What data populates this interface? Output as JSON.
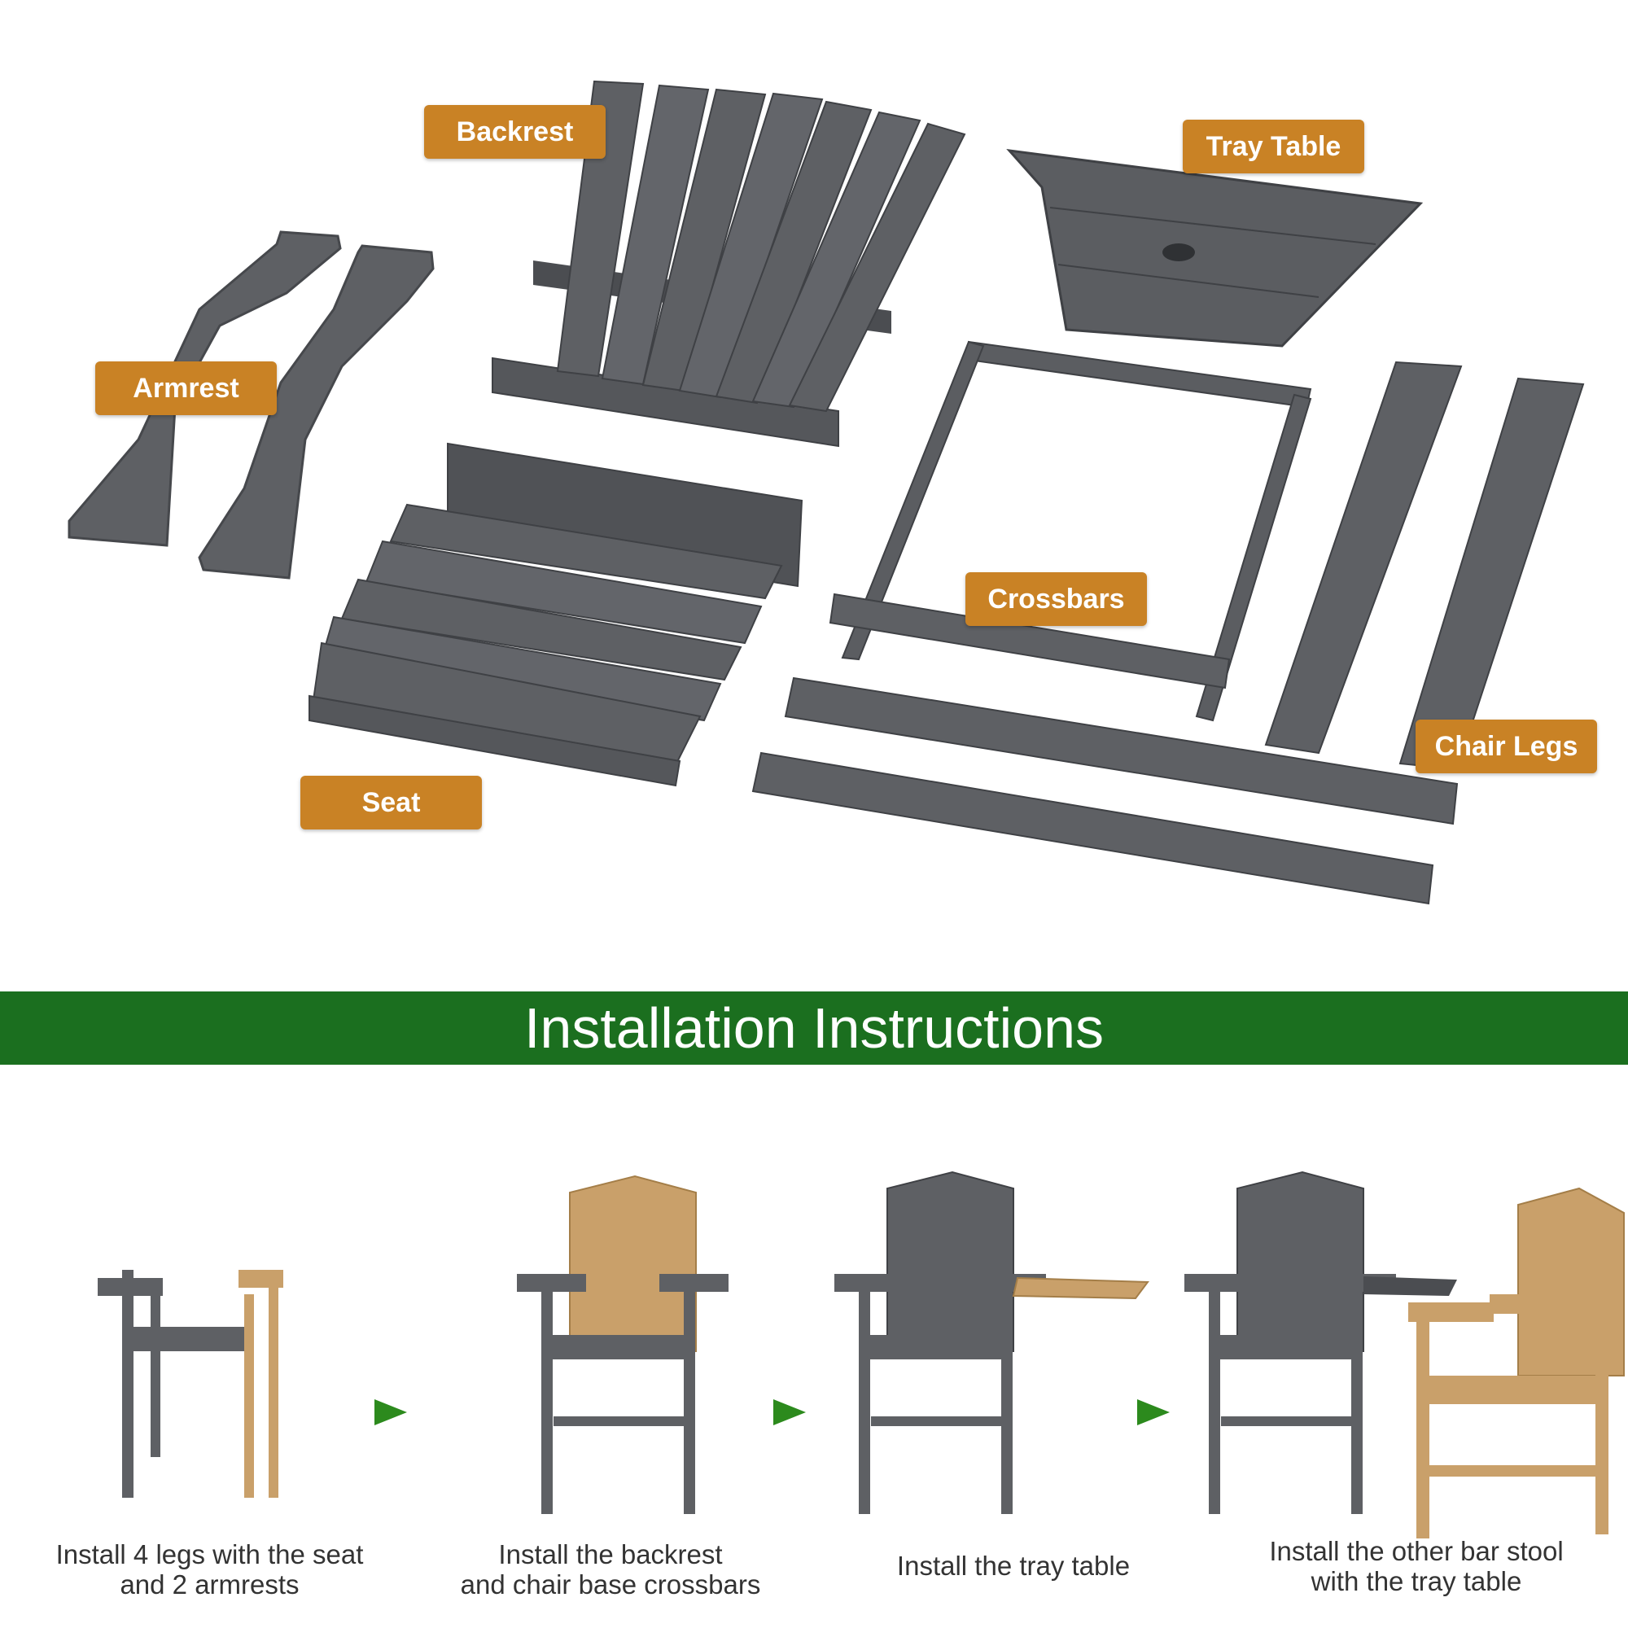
{
  "parts": {
    "backrest": "Backrest",
    "tray_table": "Tray Table",
    "armrest": "Armrest",
    "crossbars": "Crossbars",
    "seat": "Seat",
    "chair_legs": "Chair Legs"
  },
  "banner": {
    "title": "Installation Instructions"
  },
  "steps": [
    {
      "caption": "Install 4 legs with the seat\nand 2 armrests"
    },
    {
      "caption": "Install the backrest\nand chair base crossbars"
    },
    {
      "caption": "Install the tray table"
    },
    {
      "caption": "Install the other bar stool\nwith the tray table"
    }
  ],
  "colors": {
    "part_gray": "#5e6064",
    "part_dark": "#3f4145",
    "tan": "#c9a06a",
    "label_orange": "#c98225",
    "banner_green": "#1b6f1f",
    "arrow_green": "#2c8a1d"
  }
}
